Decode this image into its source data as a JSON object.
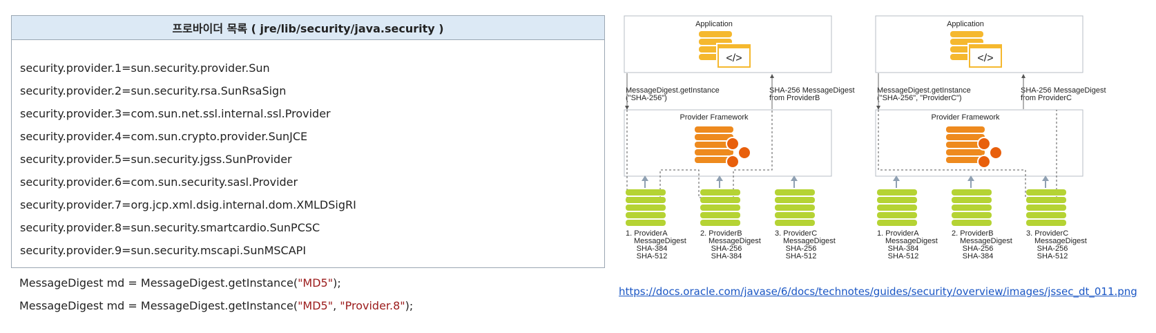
{
  "provider_table": {
    "title": "프로바이더 목록 ( jre/lib/security/java.security )",
    "rows": [
      "security.provider.1=sun.security.provider.Sun",
      "security.provider.2=sun.security.rsa.SunRsaSign",
      "security.provider.3=com.sun.net.ssl.internal.ssl.Provider",
      "security.provider.4=com.sun.crypto.provider.SunJCE",
      "security.provider.5=sun.security.jgss.SunProvider",
      "security.provider.6=com.sun.security.sasl.Provider",
      "security.provider.7=org.jcp.xml.dsig.internal.dom.XMLDSigRI",
      "security.provider.8=sun.security.smartcardio.SunPCSC",
      "security.provider.9=sun.security.mscapi.SunMSCAPI"
    ]
  },
  "code_lines": [
    {
      "prefix": "MessageDigest md = MessageDigest.getInstance(",
      "args": [
        "\"MD5\""
      ],
      "sep": ", ",
      "suffix": ");"
    },
    {
      "prefix": "MessageDigest md = MessageDigest.getInstance(",
      "args": [
        "\"MD5\"",
        "\"Provider.8\""
      ],
      "sep": ", ",
      "suffix": ");"
    }
  ],
  "diagram": {
    "colors": {
      "app_gold": "#f5b82e",
      "framework_orange": "#ee8a1e",
      "provider_green": "#b5d334",
      "arrow_gray": "#8fa0b2",
      "box_border": "#b7bec6"
    },
    "panels": [
      {
        "application_label": "Application",
        "framework_label": "Provider Framework",
        "request": [
          "MessageDigest.getInstance",
          "(\"SHA-256\")"
        ],
        "response": [
          "SHA-256 MessageDigest",
          "from ProviderB"
        ],
        "providers": [
          {
            "name": "1. ProviderA",
            "service": "MessageDigest",
            "algorithms": [
              "SHA-384",
              "SHA-512"
            ]
          },
          {
            "name": "2. ProviderB",
            "service": "MessageDigest",
            "algorithms": [
              "SHA-256",
              "SHA-384"
            ]
          },
          {
            "name": "3. ProviderC",
            "service": "MessageDigest",
            "algorithms": [
              "SHA-256",
              "SHA-512"
            ]
          }
        ]
      },
      {
        "application_label": "Application",
        "framework_label": "Provider Framework",
        "request": [
          "MessageDigest.getInstance",
          "(\"SHA-256\", \"ProviderC\")"
        ],
        "response": [
          "SHA-256 MessageDigest",
          "from ProviderC"
        ],
        "providers": [
          {
            "name": "1. ProviderA",
            "service": "MessageDigest",
            "algorithms": [
              "SHA-384",
              "SHA-512"
            ]
          },
          {
            "name": "2. ProviderB",
            "service": "MessageDigest",
            "algorithms": [
              "SHA-256",
              "SHA-384"
            ]
          },
          {
            "name": "3. ProviderC",
            "service": "MessageDigest",
            "algorithms": [
              "SHA-256",
              "SHA-512"
            ]
          }
        ]
      }
    ]
  },
  "source_link": "https://docs.oracle.com/javase/6/docs/technotes/guides/security/overview/images/jssec_dt_011.png"
}
